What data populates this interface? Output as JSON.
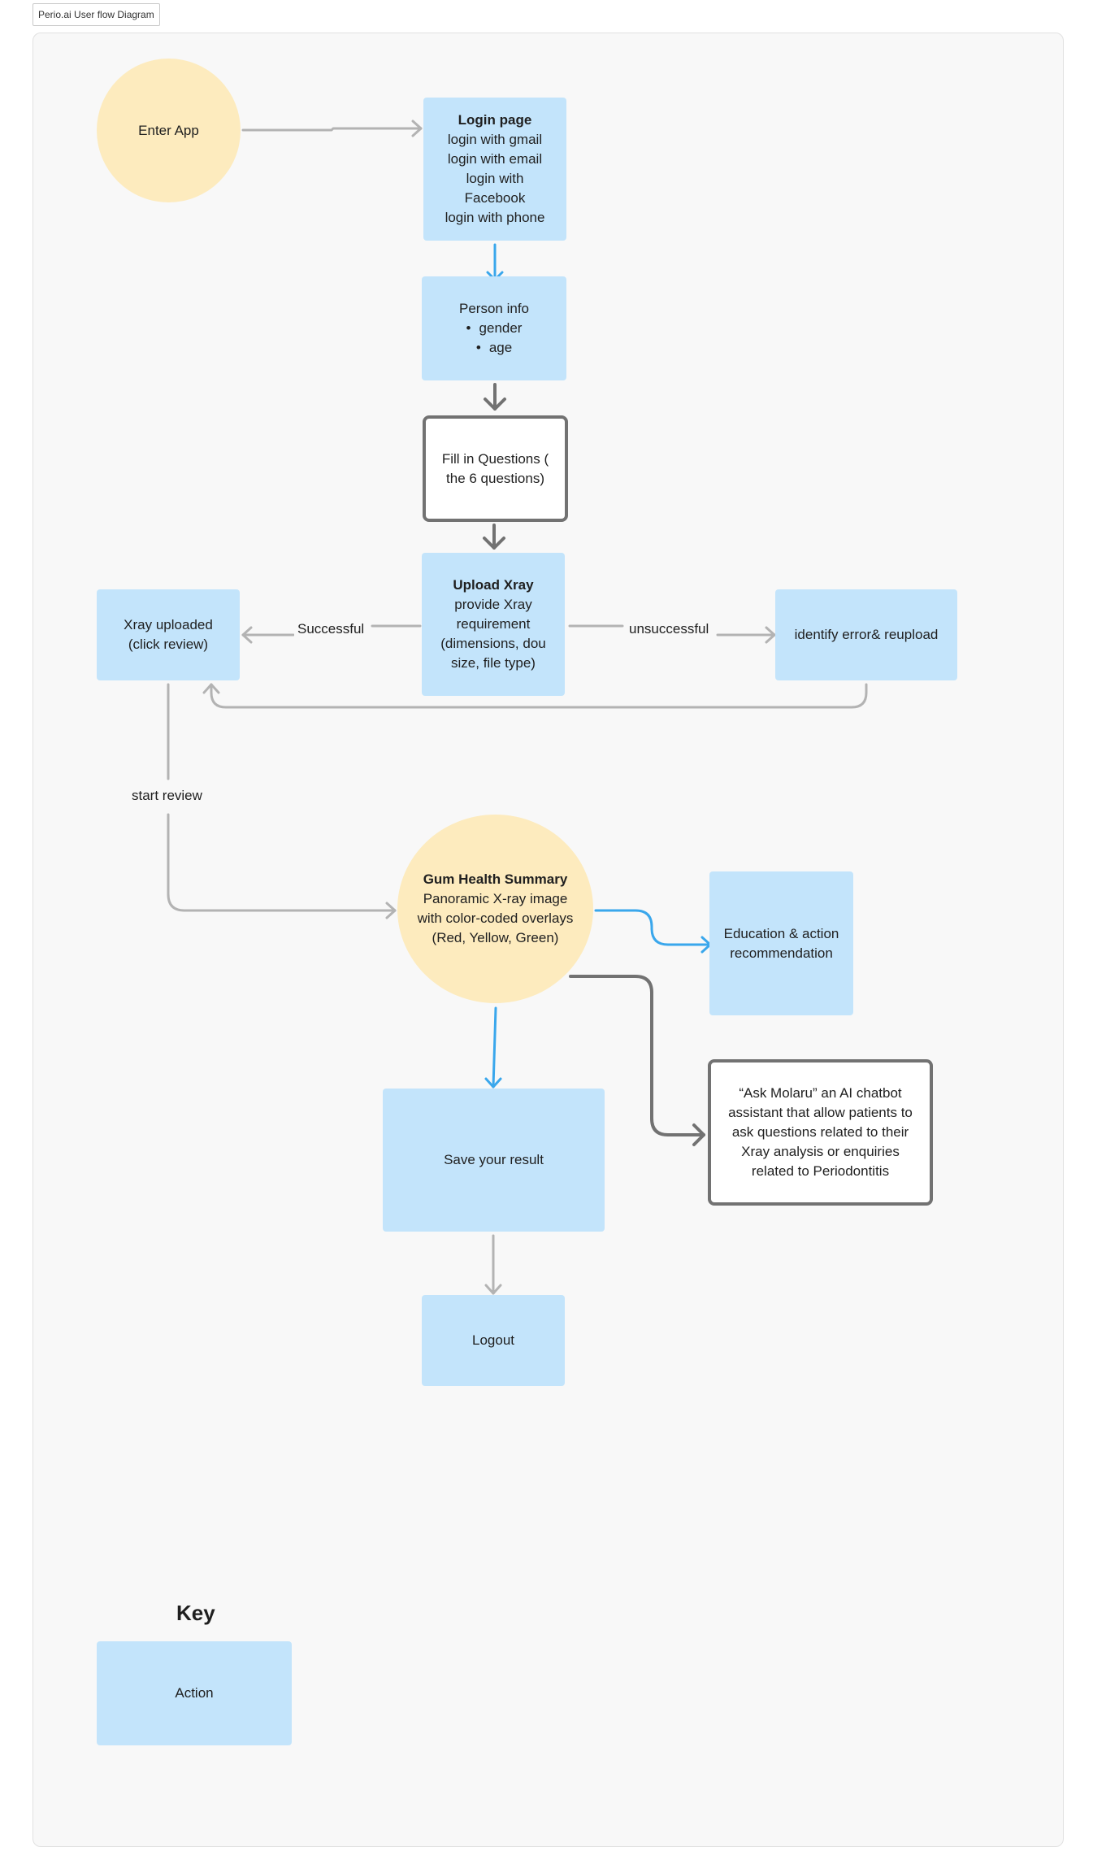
{
  "frame_label": "Perio.ai User flow Diagram",
  "nodes": {
    "enter_app": "Enter App",
    "login": {
      "title": "Login page",
      "options": [
        "login with gmail",
        "login with email",
        "login with Facebook",
        "login with phone"
      ]
    },
    "person_info": {
      "title": "Person info",
      "items": [
        "gender",
        "age"
      ]
    },
    "questions": "Fill in Questions ( the 6 questions)",
    "upload": {
      "title": "Upload Xray",
      "detail": "provide Xray requirement (dimensions, dou size, file type)"
    },
    "xray_uploaded": "Xray uploaded (click review)",
    "identify_error": "identify error& reupload",
    "summary": {
      "title": "Gum Health Summary",
      "detail": "Panoramic X-ray image with color-coded overlays (Red, Yellow, Green)"
    },
    "education": "Education & action recommendation",
    "ask_molaru": "“Ask Molaru” an AI chatbot assistant that allow patients to ask questions related to their Xray analysis or enquiries related to Periodontitis",
    "save_result": "Save your result",
    "logout": "Logout"
  },
  "edge_labels": {
    "successful": "Successful",
    "unsuccessful": "unsuccessful",
    "start_review": "start review"
  },
  "key": {
    "title": "Key",
    "action": "Action"
  },
  "colors": {
    "action_fill": "#c3e4fb",
    "terminal_fill": "#fdebbe",
    "connector_blue": "#3aa7ec",
    "connector_gray": "#b3b3b3",
    "connector_dark": "#727272"
  }
}
